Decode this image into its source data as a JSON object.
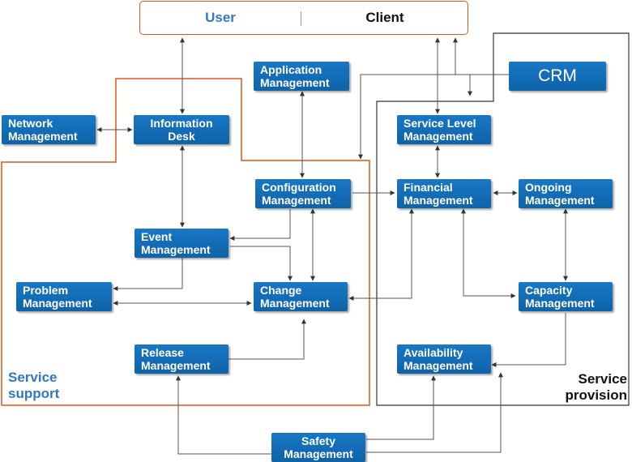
{
  "header": {
    "user": "User",
    "client": "Client"
  },
  "areas": {
    "support_label": [
      "Service",
      "support"
    ],
    "provision_label": [
      "Service",
      "provision"
    ]
  },
  "nodes": {
    "application": [
      "Application",
      "Management"
    ],
    "crm": "CRM",
    "network": [
      "Network",
      "Management"
    ],
    "info_desk": [
      "Information",
      "Desk"
    ],
    "service_level": [
      "Service Level",
      "Management"
    ],
    "configuration": [
      "Configuration",
      "Management"
    ],
    "financial": [
      "Financial",
      "Management"
    ],
    "ongoing": [
      "Ongoing",
      "Management"
    ],
    "event": [
      "Event",
      "Management"
    ],
    "problem": [
      "Problem",
      "Management"
    ],
    "change": [
      "Change",
      "Management"
    ],
    "capacity": [
      "Capacity",
      "Management"
    ],
    "release": [
      "Release",
      "Management"
    ],
    "availability": [
      "Availability",
      "Management"
    ],
    "safety": [
      "Safety",
      "Management"
    ]
  },
  "colors": {
    "node_blue": "#1269b3",
    "support_border": "#d9581c",
    "provision_border": "#333333",
    "support_label": "#2f79c2"
  }
}
